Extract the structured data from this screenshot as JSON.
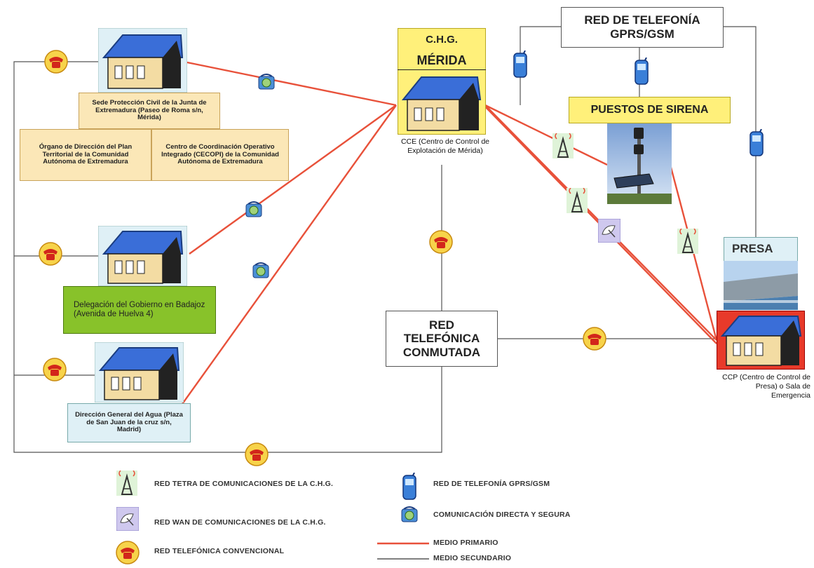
{
  "nodes": {
    "sede": {
      "title": "Sede Protección Civil de la Junta de Extremadura (Paseo de Roma s/n, Mérida)",
      "left_box": "Órgano de Dirección del Plan Territorial de la Comunidad Autónoma de Extremadura",
      "right_box": "Centro de Coordinación Operativo Integrado (CECOPI) de la Comunidad Autónoma de Extremadura"
    },
    "delegacion": {
      "label": "Delegación del Gobierno en Badajoz (Avenida de Huelva 4)"
    },
    "direccion": {
      "label": "Dirección General del Agua (Plaza de San Juan de la cruz s/n, Madrid)"
    },
    "chg": {
      "title_top": "C.H.G.",
      "title_bottom": "MÉRIDA",
      "caption": "CCE (Centro de Control de Explotación de Mérida)"
    },
    "gprs": {
      "label": "RED DE TELEFONÍA GPRS/GSM"
    },
    "sirena": {
      "label": "PUESTOS DE SIRENA"
    },
    "presa": {
      "label": "PRESA",
      "caption": "CCP (Centro de Control de Presa) o Sala de Emergencia"
    },
    "rtc": {
      "label": "RED TELEFÓNICA CONMUTADA"
    }
  },
  "legend": {
    "tetra": "RED TETRA DE COMUNICACIONES DE LA C.H.G.",
    "wan": "RED WAN DE COMUNICACIONES DE LA C.H.G.",
    "rtc": "RED TELEFÓNICA CONVENCIONAL",
    "gprs": "RED DE TELEFONÍA GPRS/GSM",
    "directa": "COMUNICACIÓN DIRECTA Y SEGURA",
    "primario": "MEDIO PRIMARIO",
    "secundario": "MEDIO SECUNDARIO"
  },
  "colors": {
    "primary_link": "#e8513a",
    "secondary_link": "#555555",
    "yellow": "#fff07a",
    "cream": "#fbe7b7",
    "green": "#88c22a",
    "light_blue": "#dff0f6",
    "red_block": "#e83a2a",
    "roof": "#3a6ed8",
    "phone_circle": "#f7d34a"
  }
}
